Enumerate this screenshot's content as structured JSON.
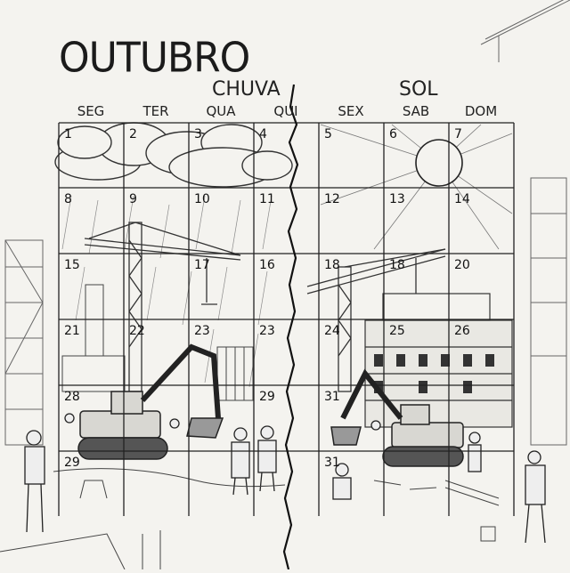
{
  "title": "OUTUBRO",
  "weather": {
    "rain": "CHUVA",
    "sun": "SOL"
  },
  "weekdays": [
    "SEG",
    "TER",
    "QUA",
    "QUI",
    "SEX",
    "SAB",
    "DOM"
  ],
  "calendar_rows": [
    [
      "1",
      "2",
      "3",
      "4",
      "5",
      "6",
      "7"
    ],
    [
      "8",
      "9",
      "10",
      "11",
      "12",
      "13",
      "14"
    ],
    [
      "15",
      "",
      "17",
      "16",
      "18",
      "18",
      "20"
    ],
    [
      "21",
      "22",
      "23",
      "23",
      "24",
      "25",
      "26"
    ],
    [
      "28",
      "",
      "",
      "29",
      "31",
      "",
      ""
    ],
    [
      "29",
      "",
      "",
      "",
      "31",
      "",
      ""
    ]
  ],
  "icons": [
    "cloud-icon",
    "sun-icon",
    "crane-icon",
    "excavator-icon",
    "worker-icon",
    "building-icon"
  ]
}
